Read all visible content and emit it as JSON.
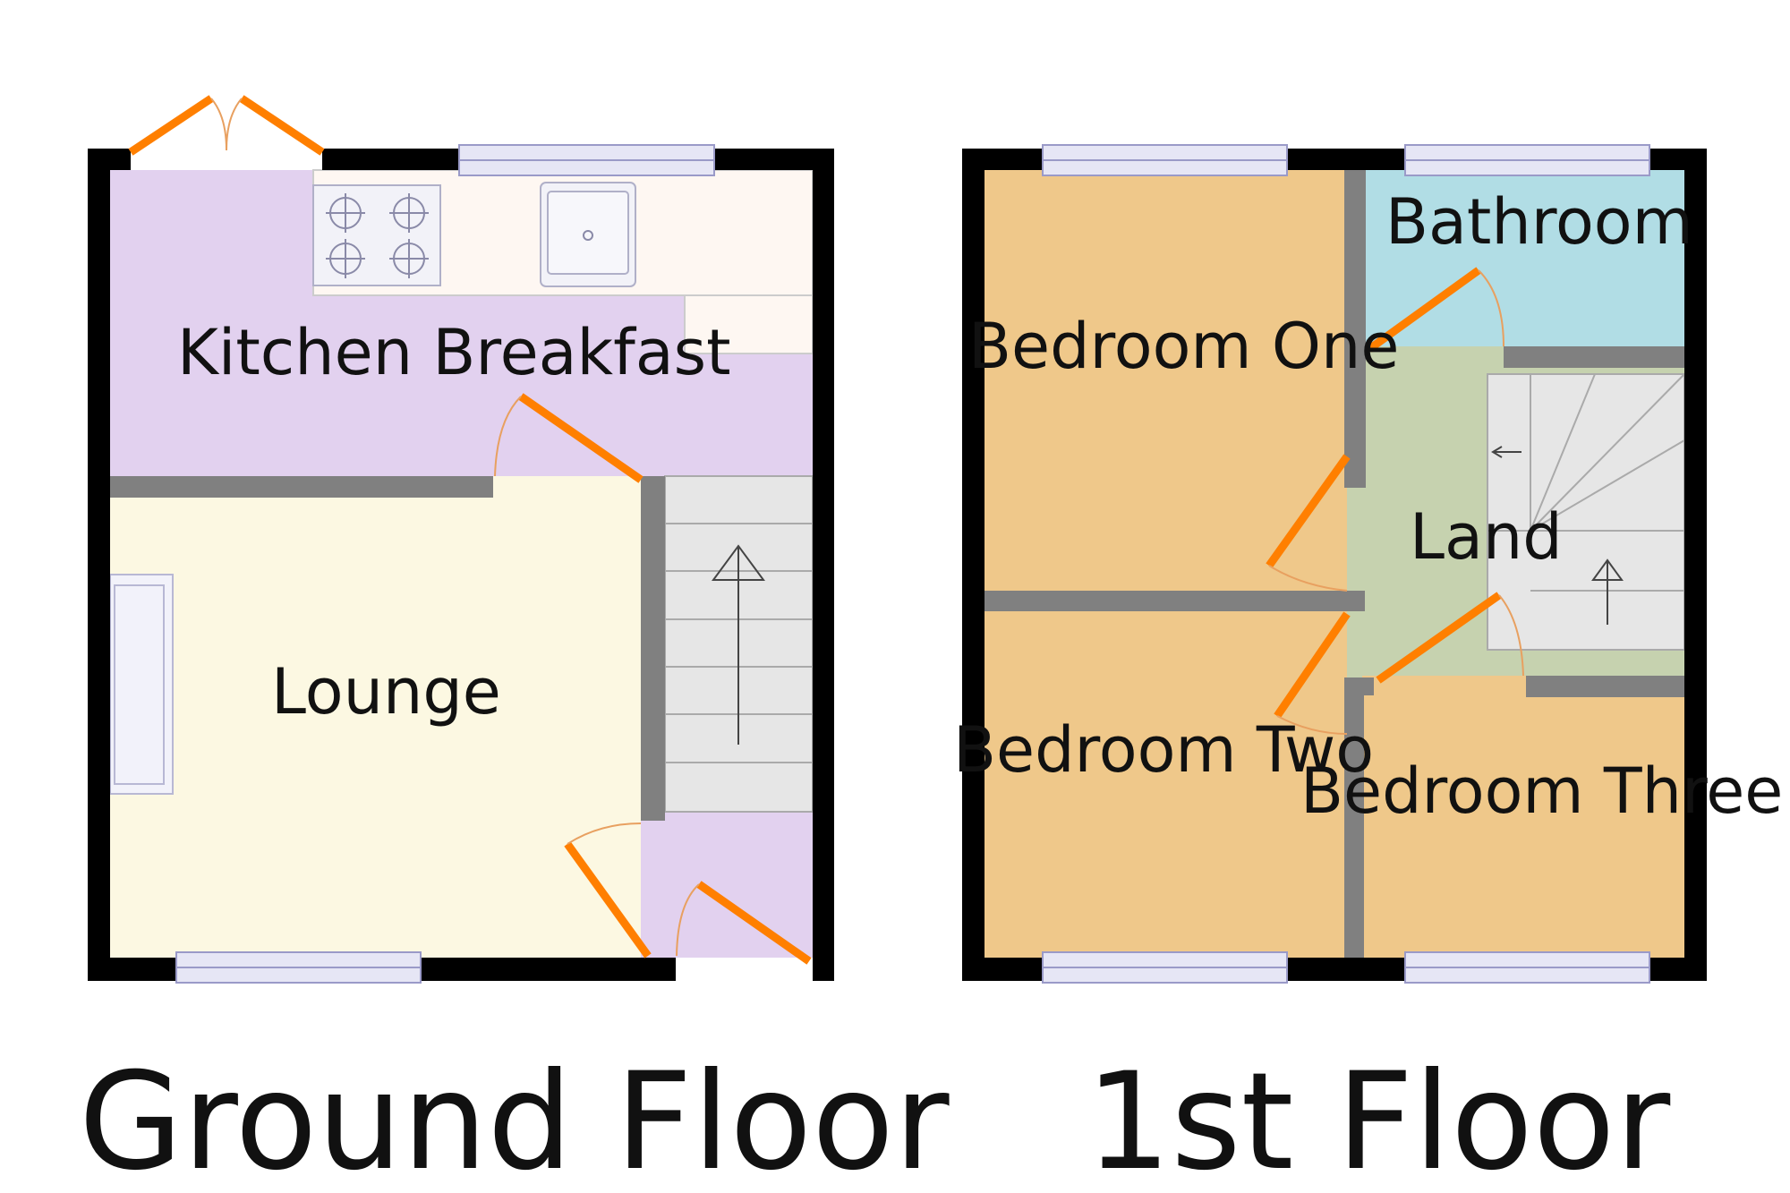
{
  "ground_floor": {
    "title": "Ground Floor",
    "rooms": {
      "kitchen": "Kitchen Breakfast",
      "lounge": "Lounge"
    }
  },
  "first_floor": {
    "title": "1st Floor",
    "rooms": {
      "bathroom": "Bathroom",
      "bedroom_one": "Bedroom One",
      "bedroom_two": "Bedroom Two",
      "bedroom_three": "Bedroom Three",
      "landing": "Land"
    }
  },
  "colors": {
    "wall": "#000000",
    "internal_wall": "#808080",
    "door": "#ff7f00",
    "window": "#e6e6f5",
    "kitchen_hall": "#e2d1ef",
    "lounge": "#fcf8e2",
    "bedroom": "#efc88a",
    "bathroom": "#b1dde5",
    "landing": "#c6d2af",
    "worktop": "#fef7f2",
    "stairs": "#e6e6e6"
  }
}
